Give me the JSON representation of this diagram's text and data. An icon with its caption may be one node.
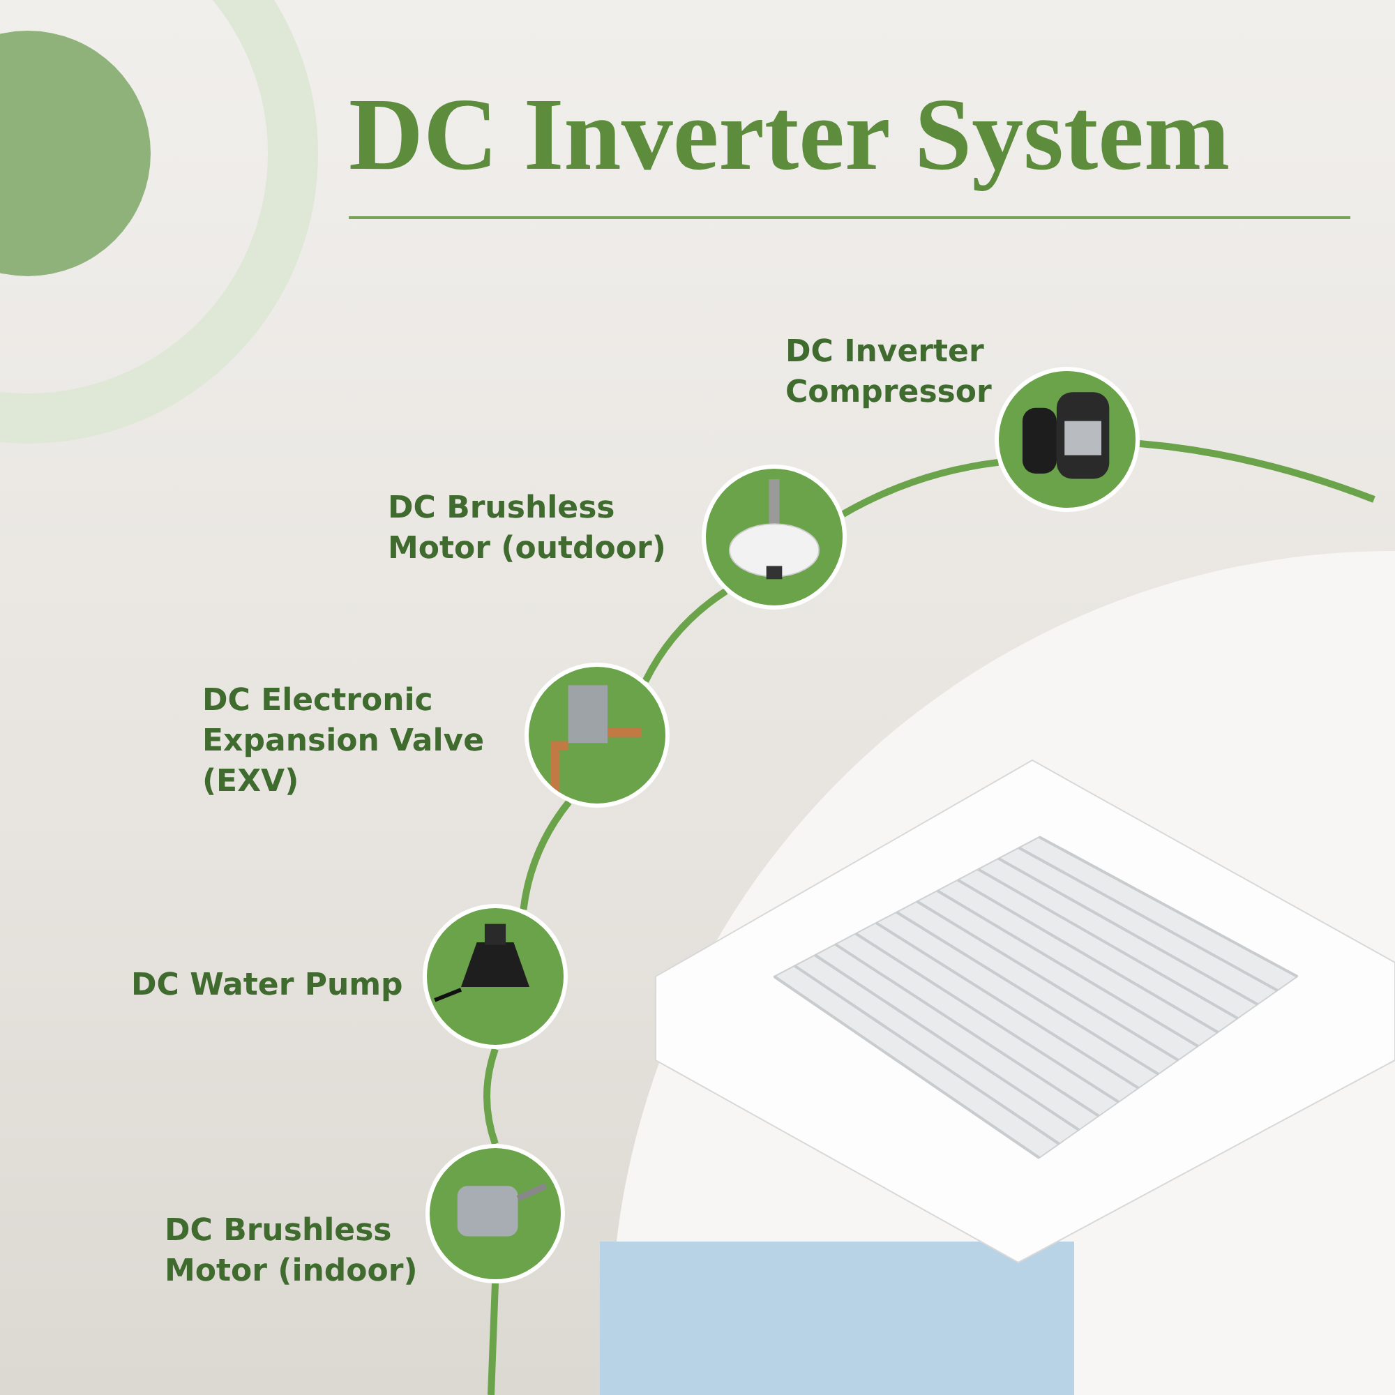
{
  "diagram": {
    "title": "DC Inverter System",
    "nodes": [
      {
        "text": [],
        "shape": "picture",
        "beside": [
          "DC Inverter Compressor"
        ]
      },
      {
        "text": [],
        "shape": "picture",
        "beside": [
          "DC Brushless Motor (outdoor)"
        ]
      },
      {
        "text": [],
        "shape": "picture",
        "beside": [
          "DC Electronic Expansion Valve (EXV)"
        ]
      },
      {
        "text": [],
        "shape": "picture",
        "beside": [
          "DC Water Pump"
        ]
      },
      {
        "text": [],
        "shape": "picture",
        "beside": [
          "DC Brushless Motor (indoor)"
        ]
      }
    ],
    "edges": [
      {
        "from": 0,
        "to": 1,
        "arrow": "none"
      },
      {
        "from": 1,
        "to": 2,
        "arrow": "none"
      },
      {
        "from": 2,
        "to": 3,
        "arrow": "none"
      },
      {
        "from": 3,
        "to": 4,
        "arrow": "none"
      }
    ]
  }
}
